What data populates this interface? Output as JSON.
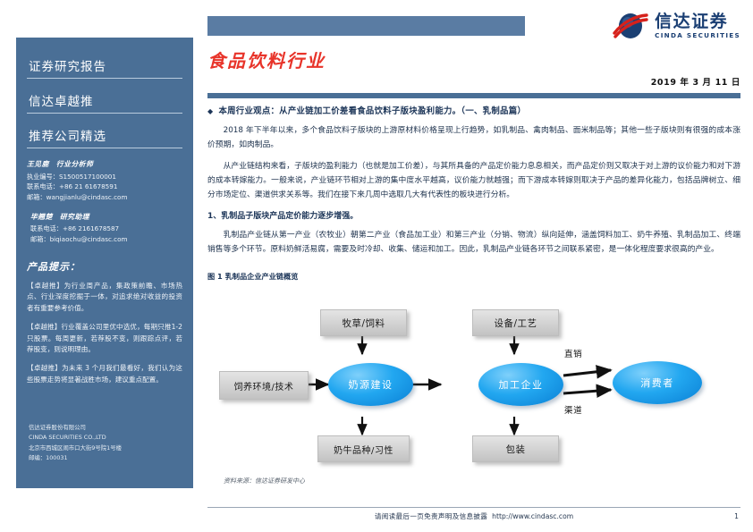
{
  "sidebar": {
    "headings": [
      "证券研究报告",
      "信达卓越推",
      "推荐公司精选"
    ],
    "analysts": [
      {
        "name": "王见鹿",
        "role": "行业分析师",
        "license_label": "执业编号：S1500517100001",
        "phone_label": "联系电话：+86 21 61678591",
        "email_label": "邮箱：wangjianlu@cindasc.com"
      },
      {
        "name": "毕翘楚",
        "role": "研究助理",
        "phone_label": "联系电话：+86 2161678587",
        "email_label": "邮箱：biqiaochu@cindasc.com"
      }
    ],
    "tips_title": "产品提示：",
    "tips": [
      "【卓越推】为行业周产品，集政策前瞻、市场热点、行业深度挖掘于一体，对追求绝对收益的投资者有重要参考价值。",
      "【卓越推】行业覆盖公司里优中选优，每期只推1-2只股票。每周更新，若荐股不变，则跟踪点评，若荐股变，则说明理由。",
      "【卓越推】为未来 3 个月我们最看好，我们认为这些股票走势将显著战胜市场，建议重点配置。"
    ],
    "footer": [
      "信达证券股份有限公司",
      "CINDA SECURITIES CO.,LTD",
      "北京市西城区闹市口大街9号院1号楼",
      "邮编：100031"
    ]
  },
  "header": {
    "logo_cn": "信达证券",
    "logo_en": "CINDA SECURITIES",
    "report_title": "食品饮料行业",
    "date": "2019 年 3 月 11 日"
  },
  "main": {
    "viewpoint_heading": "本周行业观点：从产业链加工价差看食品饮料子版块盈利能力。（一、乳制品篇）",
    "paragraphs": [
      "2018 年下半年以来，多个食品饮料子版块的上游原材料价格呈现上行趋势，如乳制品、禽肉制品、面米制品等；其他一些子版块则有很强的成本涨价预期，如肉制品。",
      "从产业链结构来看，子版块的盈利能力（也就是加工价差），与其所具备的产品定价能力息息相关，而产品定价则又取决于对上游的议价能力和对下游的成本转嫁能力。一般来说，产业链环节相对上游的集中度水平越高，议价能力就越强；而下游成本转嫁则取决于产品的差异化能力，包括品牌树立、细分市场定位、渠道供求关系等。我们在接下来几周中选取几大有代表性的板块进行分析。"
    ],
    "sub_head": "1、乳制品子版块产品定价能力逐步增强。",
    "paragraph_after_subhead": "乳制品产业链从第一产业（农牧业）朝第二产业（食品加工业）和第三产业（分销、物流）纵向延伸，涵盖饲料加工、奶牛养殖、乳制品加工、终端销售等多个环节。原料奶鲜活易腐，需要及时冷却、收集、储运和加工。因此，乳制品产业链各环节之间联系紧密，是一体化程度要求很高的产业。",
    "figure_caption": "图 1 乳制品企业产业链概览",
    "figure_source": "资料来源：信达证券研发中心"
  },
  "diagram": {
    "nodes": [
      {
        "id": "grass-feed",
        "label": "牧草/饲料",
        "shape": "box"
      },
      {
        "id": "equipment-process",
        "label": "设备/工艺",
        "shape": "box"
      },
      {
        "id": "feeding-env-tech",
        "label": "饲养环境/技术",
        "shape": "box"
      },
      {
        "id": "milk-source",
        "label": "奶源建设",
        "shape": "ellipse"
      },
      {
        "id": "processing-enterprise",
        "label": "加工企业",
        "shape": "ellipse"
      },
      {
        "id": "consumer",
        "label": "消费者",
        "shape": "ellipse"
      },
      {
        "id": "cow-breed-habit",
        "label": "奶牛品种/习性",
        "shape": "box"
      },
      {
        "id": "packaging",
        "label": "包装",
        "shape": "box"
      }
    ],
    "edge_labels": {
      "direct_sales": "直销",
      "channel": "渠道"
    }
  },
  "footer": {
    "note": "请阅读最后一页免责声明及信息披露",
    "url": "http://www.cindasc.com",
    "page_number": "1"
  },
  "colors": {
    "sidebar_blue": "#4a6f96",
    "title_red": "#e8342a",
    "logo_blue": "#1b3f73",
    "node_blue": "#22a7f0"
  }
}
